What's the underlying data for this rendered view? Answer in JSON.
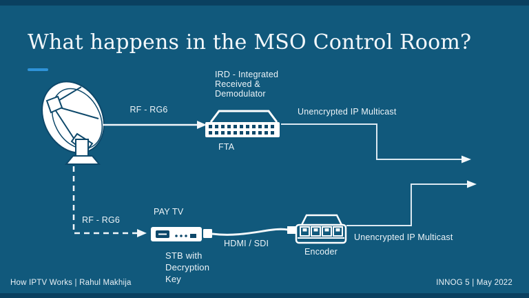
{
  "slide": {
    "title": "What happens in the MSO Control Room?",
    "footer_left": "How IPTV Works | Rahul Makhija",
    "footer_right": "INNOG 5 | May 2022"
  },
  "labels": {
    "ird": "IRD - Integrated\nReceived &\nDemodulator",
    "fta": "FTA",
    "rf_rg6_top": "RF - RG6",
    "unencrypted_top": "Unencrypted IP Multicast",
    "pay_tv": "PAY TV",
    "rf_rg6_bottom": "RF - RG6",
    "stb": "STB with\nDecryption\nKey",
    "hdmi_sdi": "HDMI / SDI",
    "encoder": "Encoder",
    "unencrypted_bottom": "Unencrypted IP Multicast"
  },
  "icons": {
    "satellite": "satellite-dish-icon",
    "fta_device": "fta-receiver-icon",
    "stb_device": "set-top-box-icon",
    "encoder_device": "encoder-icon"
  },
  "colors": {
    "background": "#11597C",
    "edge_strip": "#0A4060",
    "accent_dash": "#2E93D8",
    "line_white": "#F2F7FA",
    "elbow_line": "#DCE9F2",
    "device_detail": "#0D486A",
    "text": "#EDF4F8"
  }
}
